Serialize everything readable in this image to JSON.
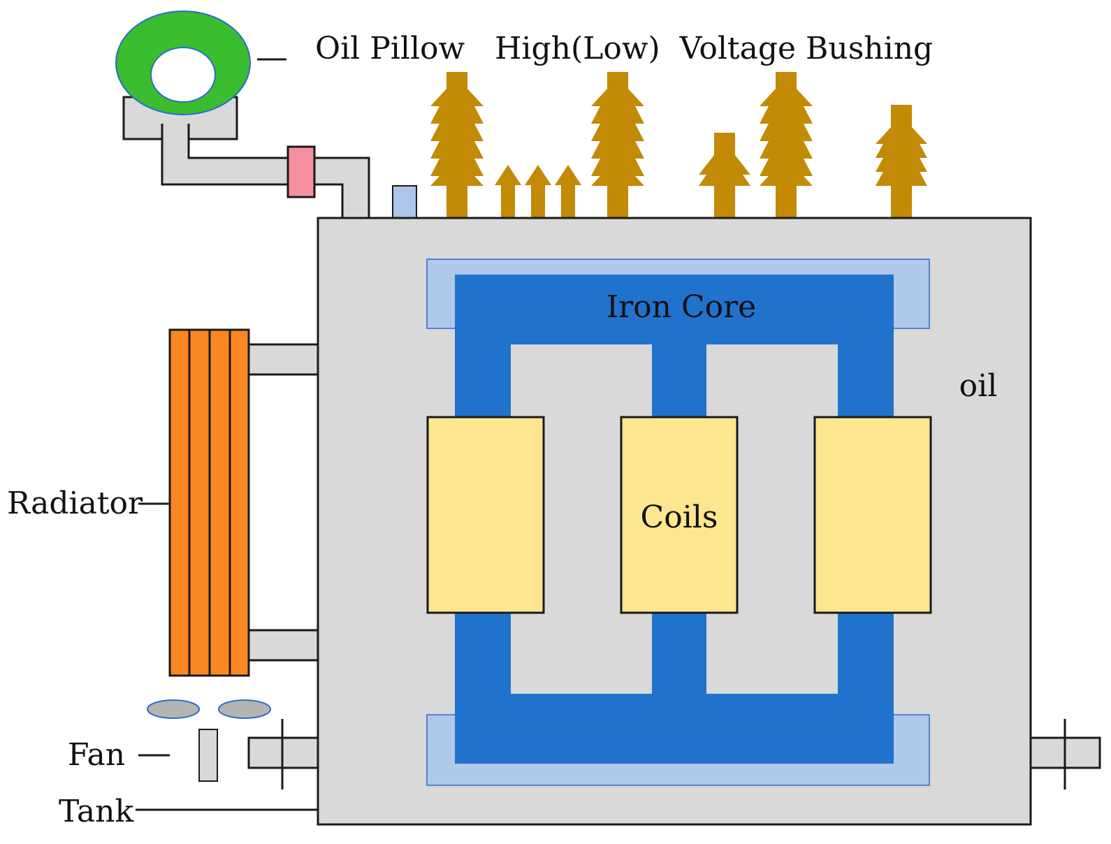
{
  "labels": {
    "oil_pillow": "Oil Pillow",
    "bushing": "High(Low)  Voltage Bushing",
    "iron_core": "Iron Core",
    "oil": "oil",
    "coils": "Coils",
    "radiator": "Radiator",
    "fan": "Fan",
    "tank": "Tank"
  },
  "colors": {
    "tank": "#d9d9d9",
    "iron_core": "#2172cd",
    "clamp": "#b0c8ea",
    "coil": "#fde68f",
    "bushing": "#c28a05",
    "pillow": "#3abd2e",
    "radiator": "#fb8722",
    "valve": "#f5909e",
    "breather": "#aec6ea",
    "fan_blade": "#b4b4b4",
    "outline": "#1a1a1a"
  }
}
